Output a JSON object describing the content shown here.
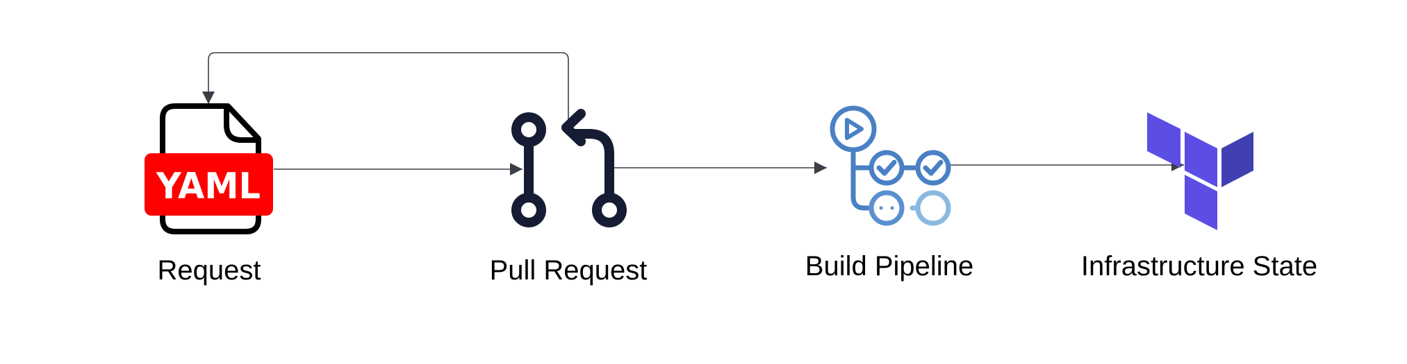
{
  "nodes": {
    "request": {
      "label": "Request",
      "icon": "yaml-file-icon",
      "badge_text": "YAML",
      "badge_color": "#ff0000"
    },
    "pull_request": {
      "label": "Pull Request",
      "icon": "git-pull-request-icon",
      "color": "#151c33"
    },
    "build_pipeline": {
      "label": "Build Pipeline",
      "icon": "pipeline-icon",
      "color": "#4a80c4"
    },
    "infrastructure_state": {
      "label": "Infrastructure State",
      "icon": "terraform-icon",
      "color": "#5c4ee5"
    }
  },
  "edges": [
    {
      "from": "request",
      "to": "pull_request"
    },
    {
      "from": "pull_request",
      "to": "build_pipeline"
    },
    {
      "from": "build_pipeline",
      "to": "infrastructure_state"
    },
    {
      "from": "pull_request",
      "to": "request",
      "kind": "feedback-loop"
    }
  ],
  "colors": {
    "connector": "#3a3f47"
  }
}
